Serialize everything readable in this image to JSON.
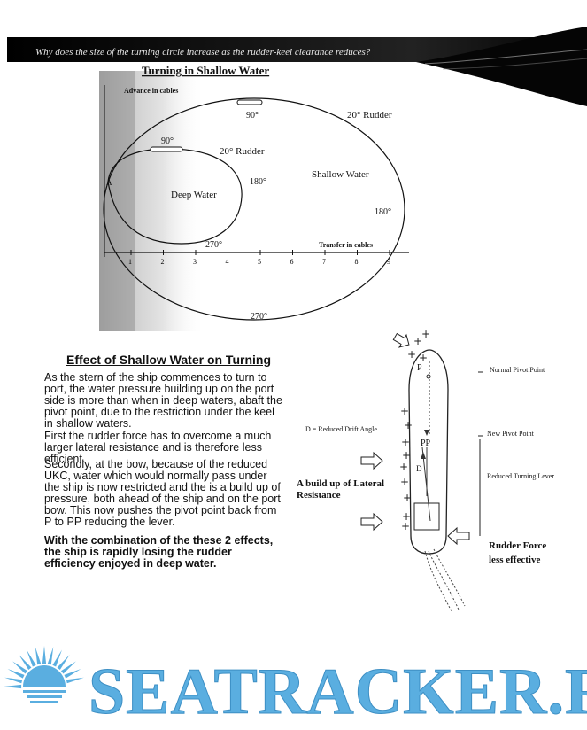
{
  "banner": {
    "question": "Why does the size of the turning circle increase as the rudder-keel clearance reduces?"
  },
  "diagram": {
    "title": "Turning in Shallow Water",
    "y_axis_label": "Advance in cables",
    "x_axis_label": "Transfer in cables",
    "x_ticks": [
      "1",
      "2",
      "3",
      "4",
      "5",
      "6",
      "7",
      "8",
      "9"
    ],
    "inner_circle": {
      "label": "Deep Water",
      "rudder": "20° Rudder",
      "heading_90": "90°",
      "heading_180": "180°",
      "heading_270": "270°"
    },
    "outer_circle": {
      "label": "Shallow Water",
      "rudder": "20° Rudder",
      "heading_90": "90°",
      "heading_180": "180°",
      "heading_270": "270°"
    },
    "start_marker": "A"
  },
  "effect": {
    "heading": "Effect of Shallow Water on Turning",
    "paragraphs": [
      "As the stern of the ship commences to turn to port, the water pressure building up on the port side is more than when in deep waters, abaft the pivot point, due to the restriction under the keel in shallow waters.",
      "First  the rudder force has to overcome a much larger lateral resistance and is therefore less efficient.",
      "Secondly, at the bow, because of the reduced UKC, water which would normally pass under the ship is now restricted and the is a build up of pressure, both ahead of the ship and on the port bow. This now pushes the pivot point back from P to PP reducing the lever.",
      "With the combination of the these 2 effects, the ship is rapidly losing the rudder efficiency enjoyed in deep water."
    ]
  },
  "ship_diagram": {
    "normal_pivot": "Normal Pivot Point",
    "new_pivot": "New Pivot Point",
    "reduced_lever": "Reduced Turning Lever",
    "drift_angle": "D = Reduced Drift Angle",
    "lateral_resistance": "A build up of Lateral Resistance",
    "rudder_force": "Rudder Force less effective",
    "p_label": "P",
    "pp_label": "PP",
    "d_label": "D"
  },
  "footer": {
    "logo_text": "SEATRACKER.RU",
    "color": "#5aaee0"
  }
}
